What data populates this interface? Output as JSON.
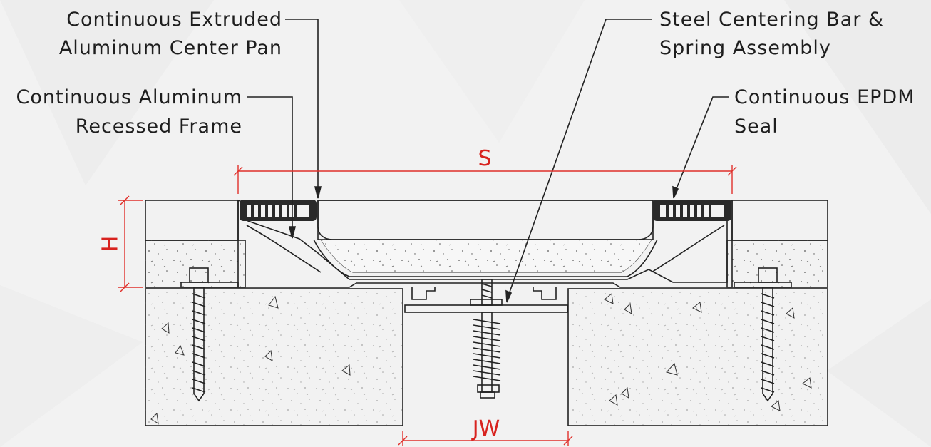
{
  "labels": {
    "center_pan": {
      "line1": "Continuous Extruded",
      "line2": "Aluminum Center Pan"
    },
    "recessed_frame": {
      "line1": "Continuous Aluminum",
      "line2": "Recessed Frame"
    },
    "centering_bar": {
      "line1": "Steel Centering Bar &",
      "line2": "Spring Assembly"
    },
    "epdm_seal": {
      "line1": "Continuous EPDM",
      "line2": "Seal"
    }
  },
  "dimensions": {
    "span": "S",
    "height": "H",
    "joint_width": "JW"
  },
  "colors": {
    "background": "#f2f2f2",
    "linework": "#222222",
    "dimension": "#e0302b",
    "concrete": "#f7f7f7",
    "frame": "#ececec"
  }
}
